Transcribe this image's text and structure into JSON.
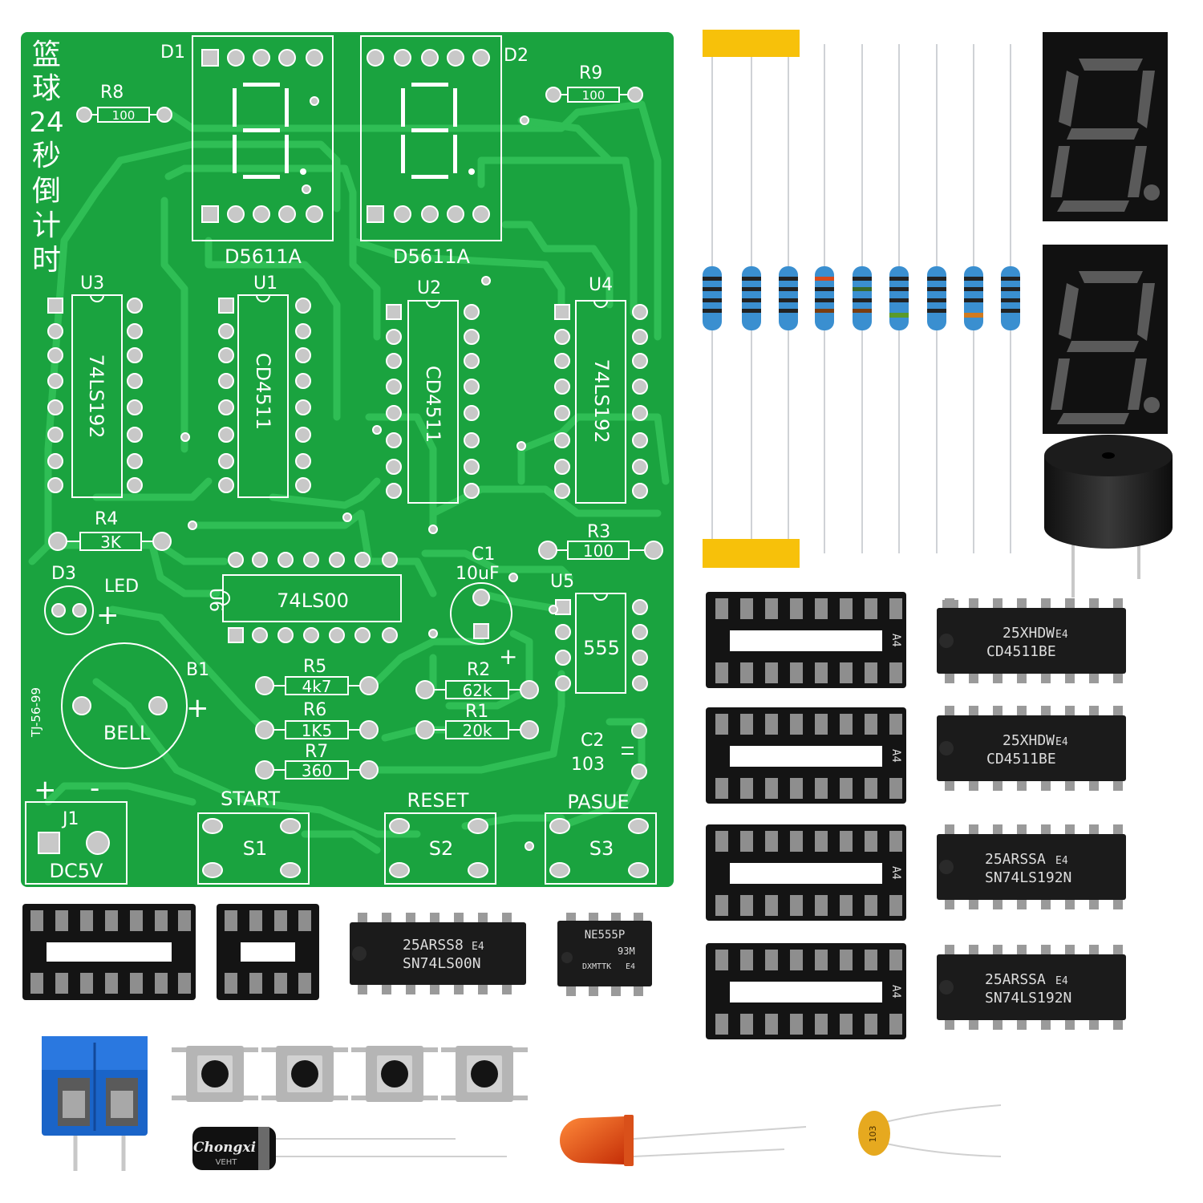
{
  "pcb": {
    "title_chars": [
      "篮",
      "球",
      "24",
      "秒",
      "倒",
      "计",
      "时"
    ],
    "label_d1": "D1",
    "label_d2": "D2",
    "display_part_1": "D5611A",
    "display_part_2": "D5611A",
    "r8": {
      "ref": "R8",
      "value": "100"
    },
    "r9": {
      "ref": "R9",
      "value": "100"
    },
    "r4": {
      "ref": "R4",
      "value": "3K"
    },
    "r3": {
      "ref": "R3",
      "value": "100"
    },
    "r5": {
      "ref": "R5",
      "value": "4k7"
    },
    "r6": {
      "ref": "R6",
      "value": "1K5"
    },
    "r7": {
      "ref": "R7",
      "value": "360"
    },
    "r2": {
      "ref": "R2",
      "value": "62k"
    },
    "r1": {
      "ref": "R1",
      "value": "20k"
    },
    "u3": {
      "ref": "U3",
      "part": "74LS192"
    },
    "u1": {
      "ref": "U1",
      "part": "CD4511"
    },
    "u2": {
      "ref": "U2",
      "part": "CD4511"
    },
    "u4": {
      "ref": "U4",
      "part": "74LS192"
    },
    "u6": {
      "ref": "U6",
      "part": "74LS00"
    },
    "u5": {
      "ref": "U5",
      "part": "555"
    },
    "c1": {
      "ref": "C1",
      "value": "10uF",
      "polarity": "+"
    },
    "c2": {
      "ref": "C2",
      "value": "103"
    },
    "d3": {
      "ref": "D3",
      "label": "LED",
      "polarity": "+"
    },
    "b1": {
      "ref": "B1",
      "label": "BELL",
      "polarity": "+"
    },
    "board_code": "TJ-56-99",
    "j1": {
      "ref": "J1",
      "label": "DC5V",
      "plus": "+",
      "minus": "-"
    },
    "s1": {
      "ref": "S1",
      "label": "START"
    },
    "s2": {
      "ref": "S2",
      "label": "RESET"
    },
    "s3": {
      "ref": "S3",
      "label": "PASUE"
    }
  },
  "chips": {
    "cd4511_line1": "25XHDW",
    "cd4511_mark": "E4",
    "cd4511_line2": "CD4511BE",
    "ls192_line1": "25ARSSA",
    "ls192_mark": "E4",
    "ls192_line2": "SN74LS192N",
    "ls00_line1": "25ARSS8",
    "ls00_mark": "E4",
    "ls00_line2": "SN74LS00N",
    "ne555_line1": "NE555P",
    "ne555_line2": "93M",
    "ne555_line3": "DXMTTK",
    "ne555_mark": "E4",
    "socket_mark": "A4"
  },
  "loose_parts": {
    "electrolytic_brand": "Chongxi",
    "electrolytic_sub": "VEHT",
    "ceramic_cap_value": "103"
  },
  "colors": {
    "pcb_green": "#1aa33f",
    "trace_green": "#2fbe55",
    "silk_white": "#ffffff",
    "resistor_body": "#3a8fd0",
    "tape_yellow": "#f7c10a",
    "terminal_blue": "#1a64c8",
    "led_red": "#e33a10",
    "ceramic_yellow": "#e6a91f",
    "display_segment": "#5a5a5a"
  }
}
